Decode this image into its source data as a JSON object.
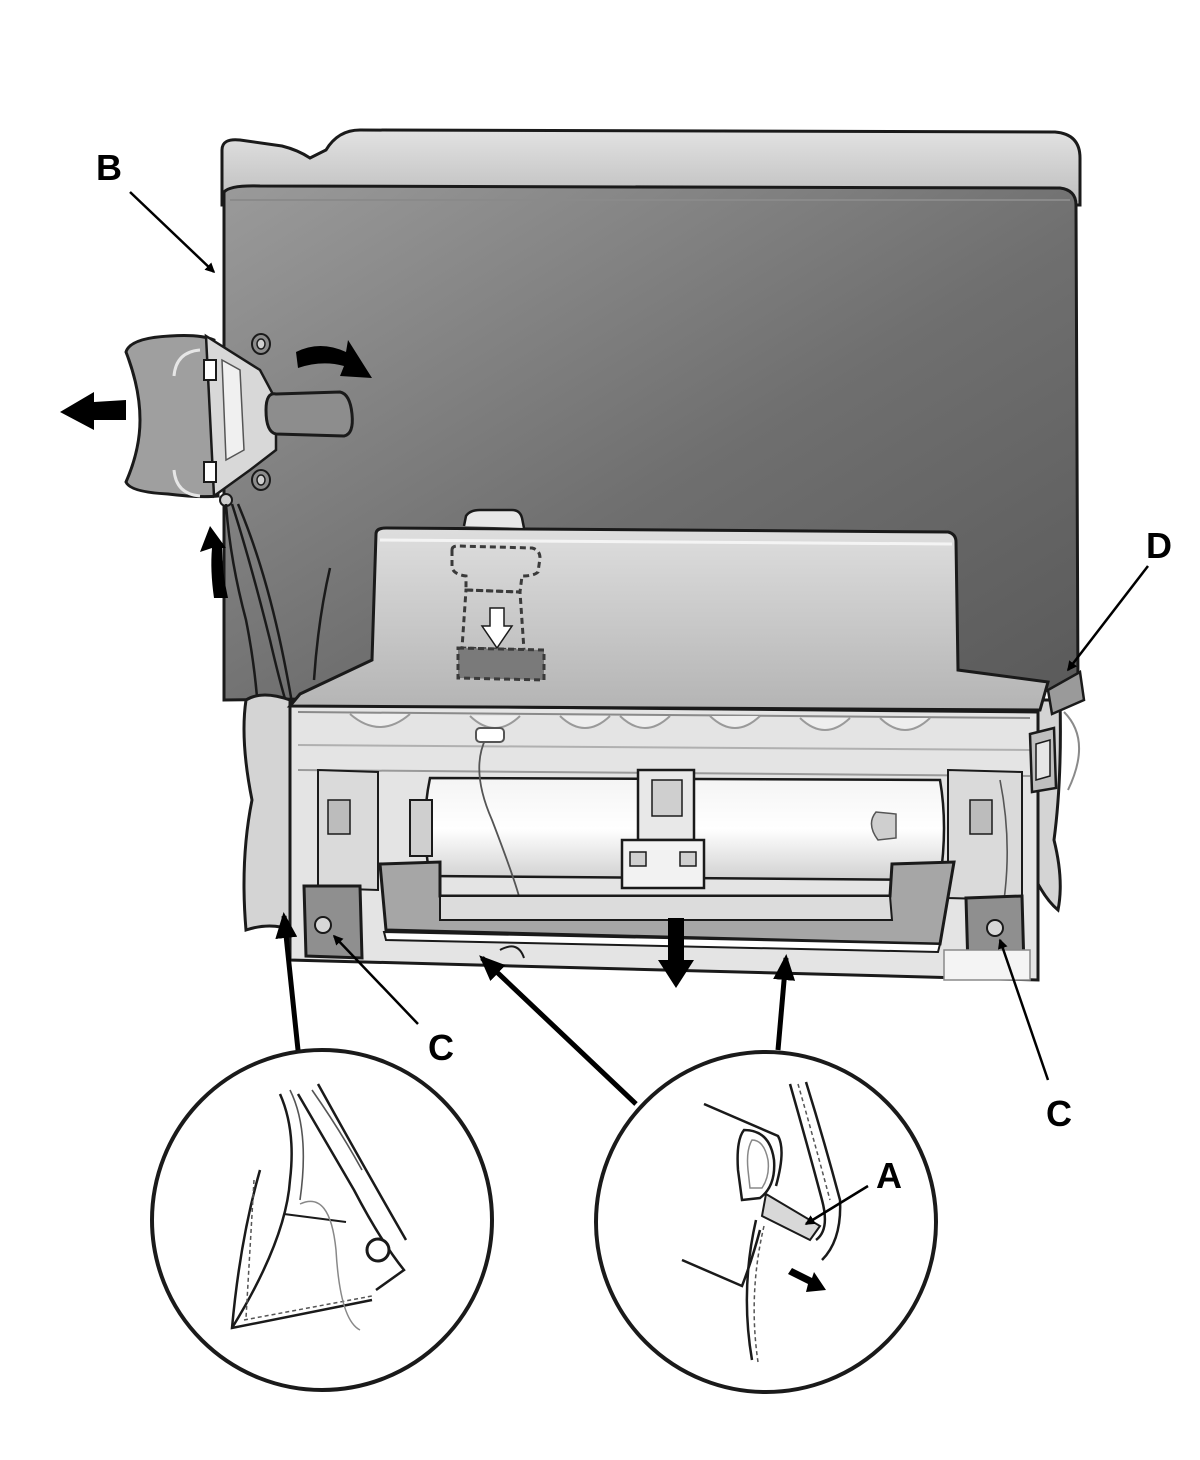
{
  "callouts": {
    "a": "A",
    "b": "B",
    "c_left": "C",
    "c_right": "C",
    "d": "D"
  },
  "colors": {
    "panel_dark": "#6e6e6e",
    "panel_light": "#d4d4d4",
    "panel_mid": "#a9a9a9",
    "tray": "#c9c9c9",
    "frame": "#e4e4e4",
    "outline": "#1a1a1a",
    "arrow": "#000000"
  }
}
